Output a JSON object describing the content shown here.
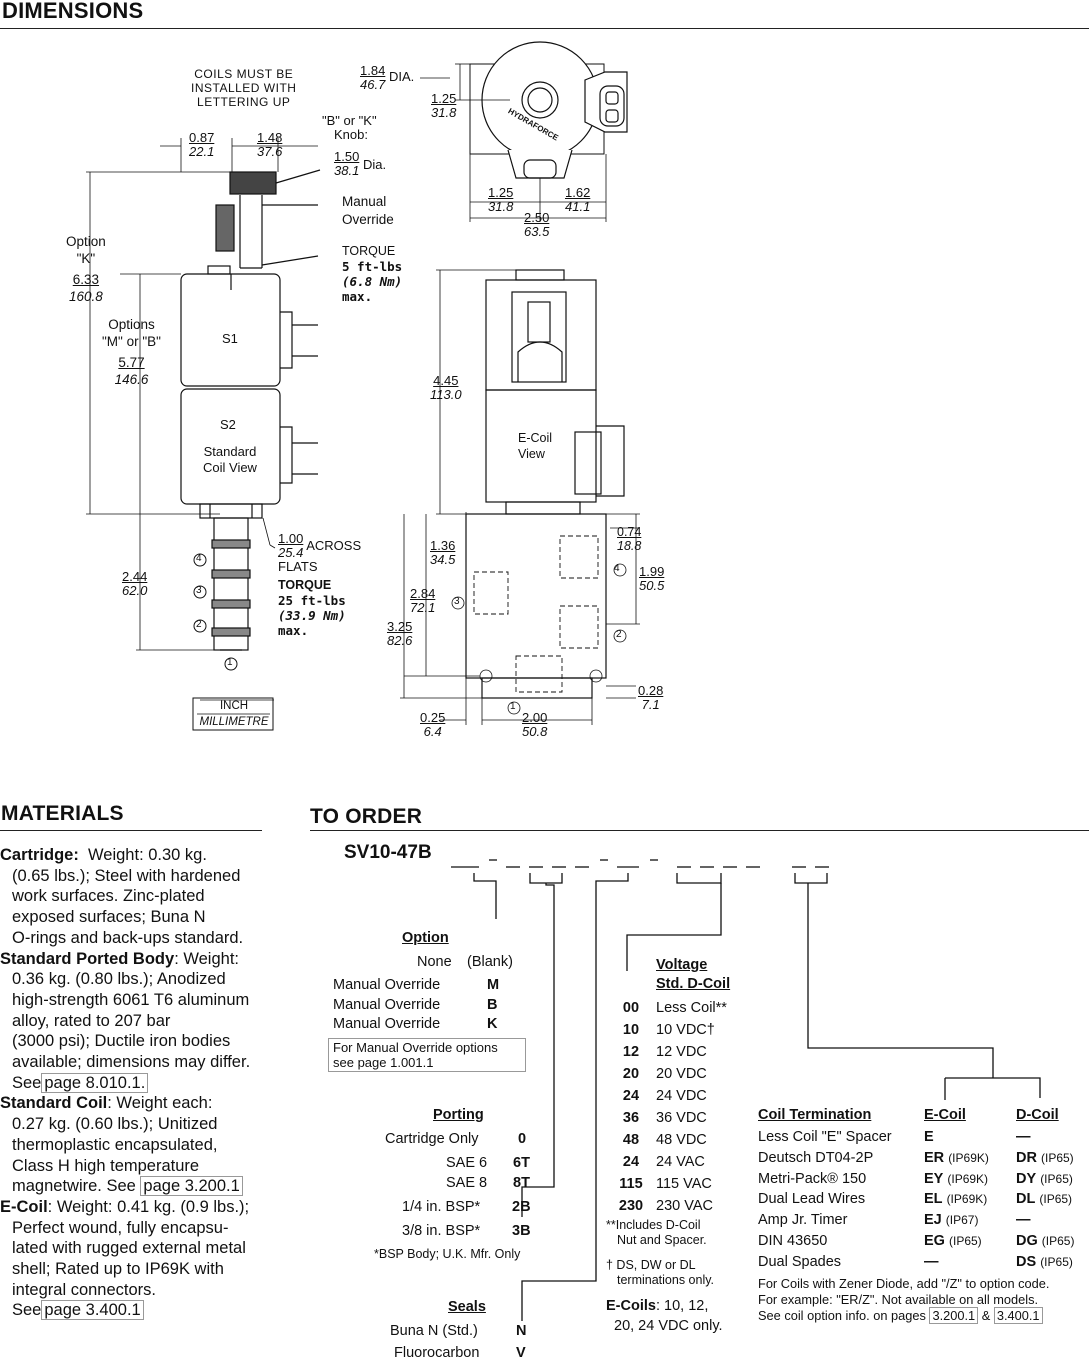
{
  "dimensions": {
    "heading": "DIMENSIONS",
    "coils_note": [
      "COILS MUST BE",
      "INSTALLED WITH",
      "LETTERING UP"
    ],
    "knob_label": [
      "\"B\" or \"K\"",
      "Knob:"
    ],
    "knob_dia": {
      "inch": "1.50",
      "mm": "38.1",
      "suffix": "Dia."
    },
    "manual_override": [
      "Manual",
      "Override"
    ],
    "torque_top": [
      "TORQUE",
      "5 ft-lbs",
      "(6.8 Nm)",
      "max."
    ],
    "torque_bottom": [
      "TORQUE",
      "25 ft-lbs",
      "(33.9 Nm)",
      "max."
    ],
    "across_flats": [
      "ACROSS",
      "FLATS"
    ],
    "option_k": [
      "Option",
      "\"K\""
    ],
    "options_mb": [
      "Options",
      "\"M\" or \"B\""
    ],
    "s1": "S1",
    "s2": "S2",
    "standard_coil_view": [
      "Standard",
      "Coil View"
    ],
    "ecoil_view": [
      "E-Coil",
      "View"
    ],
    "dia_suffix": "DIA.",
    "brand_stamp": "HYDRAFORCE",
    "port_numbers": [
      "4",
      "3",
      "2",
      "1"
    ],
    "unit_key": {
      "inch": "INCH",
      "mm": "MILLIMETRE"
    },
    "values": {
      "d087": {
        "inch": "0.87",
        "mm": "22.1"
      },
      "d148": {
        "inch": "1.48",
        "mm": "37.6"
      },
      "d633": {
        "inch": "6.33",
        "mm": "160.8"
      },
      "d577": {
        "inch": "5.77",
        "mm": "146.6"
      },
      "d244": {
        "inch": "2.44",
        "mm": "62.0"
      },
      "d100": {
        "inch": "1.00",
        "mm": "25.4"
      },
      "d184": {
        "inch": "1.84",
        "mm": "46.7"
      },
      "d125a": {
        "inch": "1.25",
        "mm": "31.8"
      },
      "d125b": {
        "inch": "1.25",
        "mm": "31.8"
      },
      "d162": {
        "inch": "1.62",
        "mm": "41.1"
      },
      "d250": {
        "inch": "2.50",
        "mm": "63.5"
      },
      "d445": {
        "inch": "4.45",
        "mm": "113.0"
      },
      "d136": {
        "inch": "1.36",
        "mm": "34.5"
      },
      "d284": {
        "inch": "2.84",
        "mm": "72.1"
      },
      "d325": {
        "inch": "3.25",
        "mm": "82.6"
      },
      "d074": {
        "inch": "0.74",
        "mm": "18.8"
      },
      "d199": {
        "inch": "1.99",
        "mm": "50.5"
      },
      "d028": {
        "inch": "0.28",
        "mm": "7.1"
      },
      "d025": {
        "inch": "0.25",
        "mm": "6.4"
      },
      "d200": {
        "inch": "2.00",
        "mm": "50.8"
      }
    }
  },
  "materials": {
    "heading": "MATERIALS",
    "cartridge": {
      "lead": "Cartridge:",
      "lines": [
        "Weight: 0.30 kg.",
        "(0.65 lbs.); Steel with hardened",
        "work surfaces. Zinc-plated",
        "exposed surfaces; Buna N",
        "O-rings and back-ups standard."
      ]
    },
    "body": {
      "lead": "Standard Ported Body",
      "lines": [
        ": Weight:",
        "0.36 kg. (0.80 lbs.); Anodized",
        "high-strength 6061 T6 aluminum",
        "alloy, rated to 207 bar",
        "(3000 psi); Ductile iron bodies",
        "available; dimensions may differ.",
        "See",
        "page 8.010.1."
      ]
    },
    "coil": {
      "lead": "Standard Coil",
      "lines": [
        ": Weight each:",
        "0.27 kg. (0.60 lbs.); Unitized",
        "thermoplastic encapsulated,",
        "Class H high temperature",
        "magnetwire. See",
        "page 3.200.1"
      ]
    },
    "ecoil": {
      "lead": "E-Coil",
      "lines": [
        ": Weight: 0.41 kg. (0.9 lbs.);",
        "Perfect wound, fully encapsu-",
        "lated with rugged external metal",
        "shell; Rated up to IP69K with",
        "integral connectors.",
        "See",
        "page 3.400.1"
      ]
    }
  },
  "order": {
    "heading": "TO ORDER",
    "model_prefix": "SV10-47B",
    "option": {
      "title": "Option",
      "rows": [
        {
          "label": "None",
          "code": "(Blank)"
        },
        {
          "label": "Manual Override",
          "code": "M"
        },
        {
          "label": "Manual Override",
          "code": "B"
        },
        {
          "label": "Manual Override",
          "code": "K"
        }
      ],
      "note": [
        "For Manual Override options",
        "see page 1.001.1"
      ]
    },
    "porting": {
      "title": "Porting",
      "rows": [
        {
          "label": "Cartridge Only",
          "code": "0"
        },
        {
          "label": "SAE 6",
          "code": "6T"
        },
        {
          "label": "SAE 8",
          "code": "8T"
        },
        {
          "label": "1/4 in. BSP*",
          "code": "2B"
        },
        {
          "label": "3/8 in. BSP*",
          "code": "3B"
        }
      ],
      "note": "*BSP Body; U.K. Mfr. Only"
    },
    "seals": {
      "title": "Seals",
      "rows": [
        {
          "label": "Buna N (Std.)",
          "code": "N"
        },
        {
          "label": "Fluorocarbon",
          "code": "V"
        }
      ]
    },
    "voltage": {
      "title": [
        "Voltage",
        "Std. D-Coil"
      ],
      "rows": [
        {
          "code": "00",
          "label": "Less Coil**"
        },
        {
          "code": "10",
          "label": "10 VDC†"
        },
        {
          "code": "12",
          "label": "12 VDC"
        },
        {
          "code": "20",
          "label": "20 VDC"
        },
        {
          "code": "24",
          "label": "24 VDC"
        },
        {
          "code": "36",
          "label": "36 VDC"
        },
        {
          "code": "48",
          "label": "48 VDC"
        },
        {
          "code": "24",
          "label": "24 VAC"
        },
        {
          "code": "115",
          "label": "115 VAC"
        },
        {
          "code": "230",
          "label": "230 VAC"
        }
      ],
      "note1": [
        "**Includes D-Coil",
        "Nut and Spacer."
      ],
      "note2": [
        "† DS, DW or DL",
        "terminations only."
      ],
      "ecoils": {
        "lead": "E-Coils",
        "text": [
          ": 10, 12,",
          "20, 24 VDC only."
        ]
      }
    },
    "termination": {
      "headers": [
        "Coil Termination",
        "E-Coil",
        "D-Coil"
      ],
      "rows": [
        {
          "label": "Less Coil \"E\" Spacer",
          "e": "E",
          "e_ip": "",
          "d": "—",
          "d_ip": ""
        },
        {
          "label": "Deutsch DT04-2P",
          "e": "ER",
          "e_ip": "(IP69K)",
          "d": "DR",
          "d_ip": "(IP65)"
        },
        {
          "label": "Metri-Pack® 150",
          "e": "EY",
          "e_ip": "(IP69K)",
          "d": "DY",
          "d_ip": "(IP65)"
        },
        {
          "label": "Dual Lead Wires",
          "e": "EL",
          "e_ip": "(IP69K)",
          "d": "DL",
          "d_ip": "(IP65)"
        },
        {
          "label": "Amp Jr. Timer",
          "e": "EJ",
          "e_ip": "(IP67)",
          "d": "—",
          "d_ip": ""
        },
        {
          "label": "DIN 43650",
          "e": "EG",
          "e_ip": "(IP65)",
          "d": "DG",
          "d_ip": "(IP65)"
        },
        {
          "label": "Dual Spades",
          "e": "—",
          "e_ip": "",
          "d": "DS",
          "d_ip": "(IP65)"
        }
      ],
      "footnote": [
        "For Coils with Zener Diode, add \"/Z\" to option code.",
        "For example: \"ER/Z\". Not available on all models.",
        "See coil option info. on pages",
        "3.200.1",
        "&",
        "3.400.1"
      ]
    }
  }
}
